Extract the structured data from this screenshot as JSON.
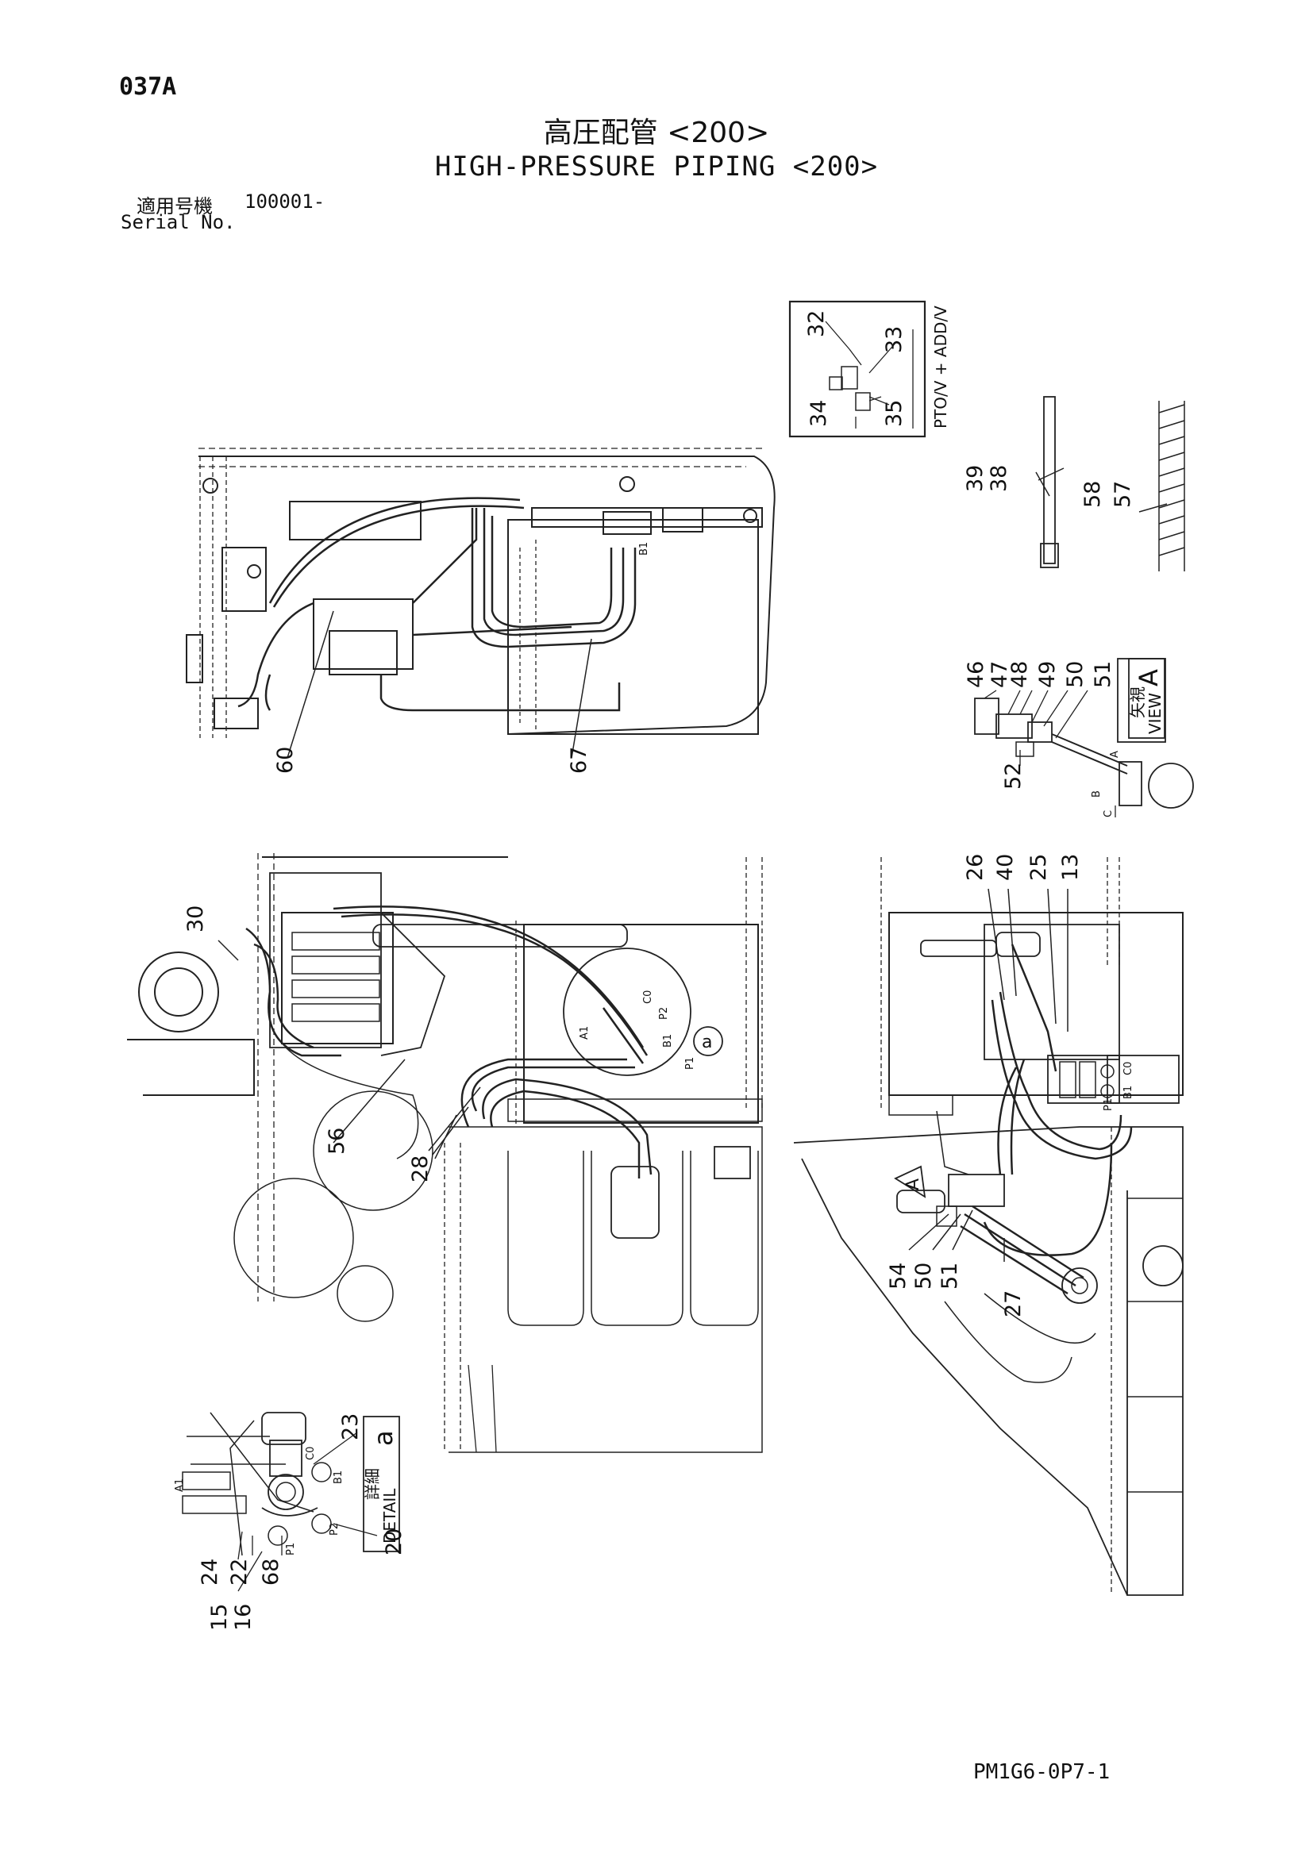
{
  "page_code": "037A",
  "title_jp": "高圧配管 <200>",
  "title_en": "HIGH-PRESSURE PIPING <200>",
  "serial": {
    "label_jp": "適用号機",
    "label_en": "Serial No.",
    "number": "100001-"
  },
  "drawing_code": "PM1G6-0P7-1",
  "inset_label": "PTO/V + ADD/V",
  "view_label": {
    "jp": "矢視",
    "en": "VIEW",
    "letter": "A"
  },
  "detail_label": {
    "jp": "詳細",
    "en": "DETAIL",
    "letter": "a"
  },
  "callout_a": "a",
  "callout_A": "A",
  "port_labels": {
    "a1": "A1",
    "b1": "B1",
    "c0": "C0",
    "p1": "P1",
    "p2": "P2",
    "a": "A",
    "b": "B",
    "c": "C"
  },
  "part_numbers": {
    "n13": "13",
    "n15": "15",
    "n16": "16",
    "n20": "20",
    "n22": "22",
    "n23": "23",
    "n24": "24",
    "n25": "25",
    "n26": "26",
    "n27": "27",
    "n28": "28",
    "n30": "30",
    "n32": "32",
    "n33": "33",
    "n34": "34",
    "n35": "35",
    "n38": "38",
    "n39": "39",
    "n40": "40",
    "n46": "46",
    "n47": "47",
    "n48": "48",
    "n49": "49",
    "n50": "50",
    "n50b": "50",
    "n51": "51",
    "n51b": "51",
    "n52": "52",
    "n54": "54",
    "n56": "56",
    "n57": "57",
    "n58": "58",
    "n60": "60",
    "n67": "67",
    "n68": "68"
  }
}
